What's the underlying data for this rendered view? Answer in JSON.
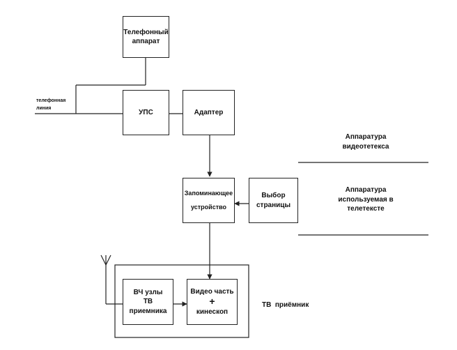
{
  "blocks": {
    "telephone": [
      "Телефонный",
      "аппарат"
    ],
    "ups": "УПС",
    "adapter": "Адаптер",
    "memory": [
      "Запоминающее",
      "устройство"
    ],
    "page_select": [
      "Выбор",
      "страницы"
    ],
    "rf": [
      "ВЧ узлы",
      "ТВ",
      "приемника"
    ],
    "video": [
      "Видео часть",
      "+",
      "кинескоп"
    ]
  },
  "labels": {
    "phone_line": [
      "телефонная",
      "линия"
    ],
    "videotex": [
      "Аппаратура",
      "видеотетекса"
    ],
    "teletext": [
      "Аппаратура",
      "используемая в",
      "телетексте"
    ],
    "tv_receiver": "ТВ  приёмник"
  }
}
